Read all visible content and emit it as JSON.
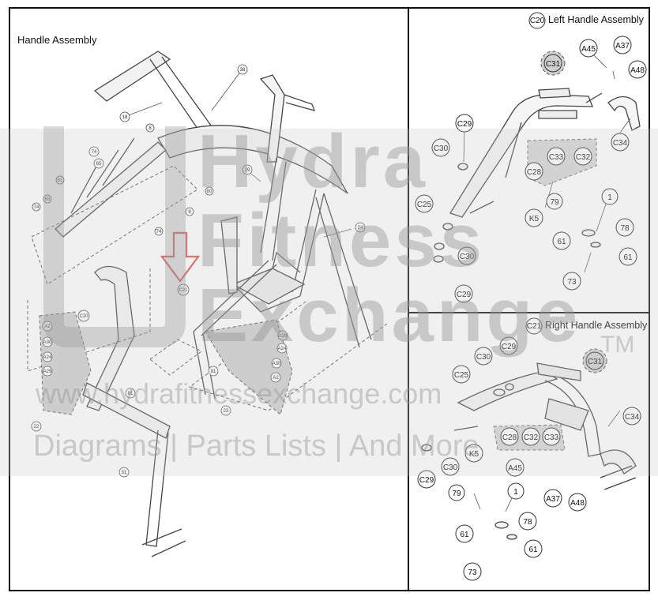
{
  "panels": {
    "handle_assembly": {
      "title": "Handle Assembly",
      "callouts": [
        "38",
        "18",
        "8",
        "74",
        "81",
        "65",
        "74",
        "81",
        "8",
        "80",
        "74",
        "29",
        "24",
        "C21",
        "C20",
        "81",
        "A2",
        "A30",
        "A24",
        "A29",
        "A29",
        "A24",
        "A30",
        "A2",
        "22",
        "23",
        "31"
      ]
    },
    "left_handle": {
      "code": "C20",
      "title": "Left Handle Assembly",
      "callouts": [
        "C31",
        "A45",
        "A37",
        "A48",
        "C29",
        "C30",
        "C33",
        "C32",
        "C34",
        "C28",
        "C25",
        "K5",
        "79",
        "1",
        "78",
        "61",
        "C30",
        "61",
        "C29",
        "73"
      ]
    },
    "right_handle": {
      "code": "C21",
      "title": "Right Handle Assembly",
      "callouts": [
        "C31",
        "C29",
        "C30",
        "C25",
        "C34",
        "C28",
        "C32",
        "C33",
        "K5",
        "A45",
        "C29",
        "C30",
        "79",
        "1",
        "A37",
        "A48",
        "78",
        "61",
        "61",
        "73"
      ]
    }
  },
  "watermark": {
    "logo_lines": [
      "Hydra",
      "Fitness",
      "Exchange"
    ],
    "tm": "TM",
    "url": "www.hydrafitnessexchange.com",
    "tagline": "Diagrams | Parts Lists | And More"
  },
  "colors": {
    "arrow": "#d9534f",
    "line": "#333333",
    "shade": "#cfcfcf"
  }
}
